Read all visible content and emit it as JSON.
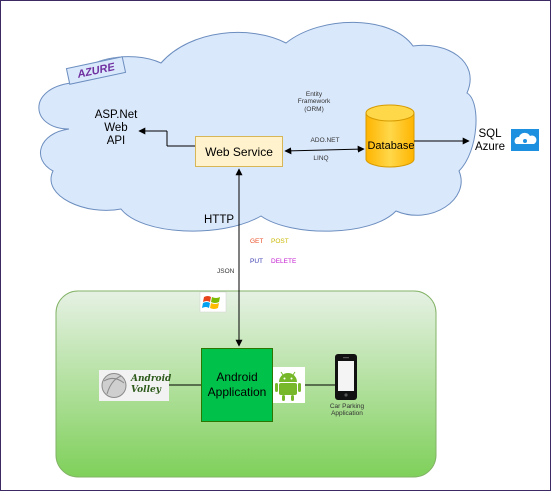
{
  "diagram": {
    "cloud_tag": "AZURE",
    "web_api": [
      "ASP.Net",
      "Web",
      "API"
    ],
    "web_service": "Web Service",
    "database": "Database",
    "entity_framework": [
      "Entity",
      "Framework",
      "(ORM)"
    ],
    "ado_net": "ADO.NET",
    "linq": "LINQ",
    "sql_azure": [
      "SQL",
      "Azure"
    ],
    "http": "HTTP",
    "get": "GET",
    "post": "POST",
    "put": "PUT",
    "delete": "DELETE",
    "json": "JSON",
    "android_app": [
      "Android",
      "Application"
    ],
    "volley": [
      "Android",
      "Volley"
    ],
    "car_parking": [
      "Car Parking",
      "Application"
    ]
  },
  "colors": {
    "cloud_fill": "#dae8fc",
    "cloud_stroke": "#6c8ebf",
    "web_service_fill": "#fff2cc",
    "database_fill": "#ffcd28",
    "database_stroke": "#d79b00",
    "mobile_zone_fill": "#d5e8d4",
    "mobile_zone_stroke": "#82b366",
    "android_app_fill": "#00c24a",
    "get": "#e84f26",
    "post": "#c9b800",
    "put": "#3b3bb0",
    "delete": "#c31bd0"
  },
  "icons": [
    "sql-azure-cloud-icon",
    "windows-logo-icon",
    "android-robot-icon",
    "smartphone-icon",
    "volley-ball-icon"
  ]
}
